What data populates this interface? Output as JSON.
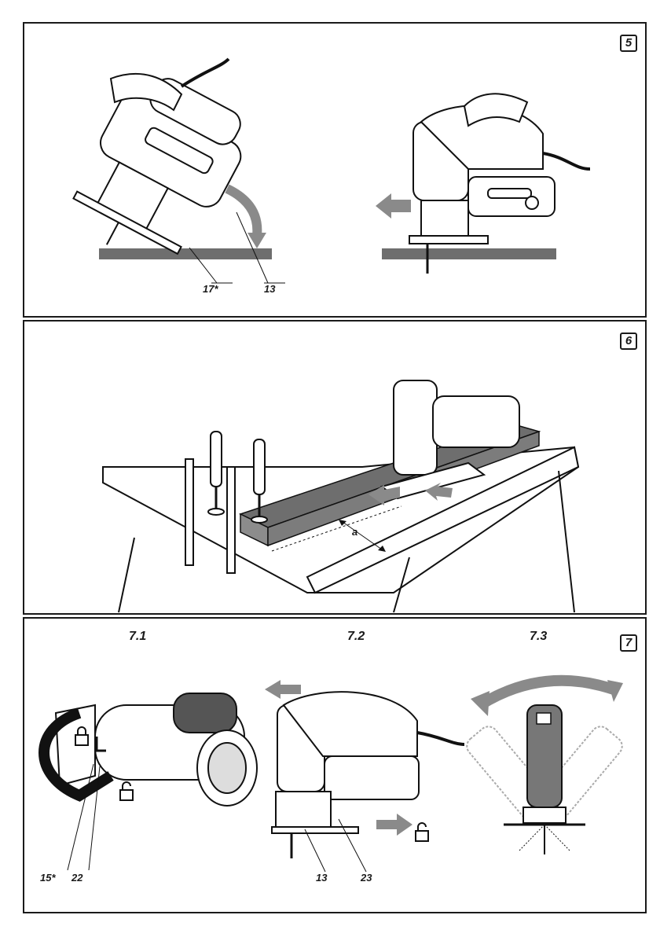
{
  "figures": {
    "fig5": {
      "number": "5",
      "callouts": [
        "17*",
        "13"
      ]
    },
    "fig6": {
      "number": "6",
      "dimension_label": "a"
    },
    "fig7": {
      "number": "7",
      "subfigures": [
        "7.1",
        "7.2",
        "7.3"
      ],
      "callouts_7_1": [
        "15*",
        "22"
      ],
      "callouts_7_2": [
        "13",
        "23"
      ]
    }
  },
  "icons": [
    "padlock-locked-icon",
    "padlock-unlocked-icon",
    "direction-arrow-icon",
    "rotation-arrow-icon"
  ]
}
